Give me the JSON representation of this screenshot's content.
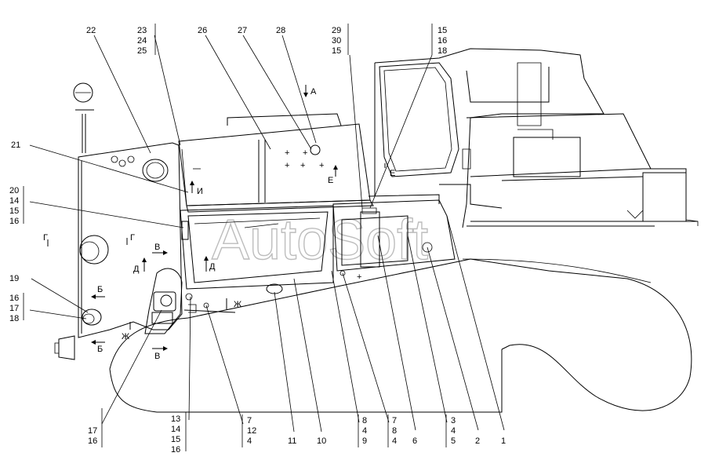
{
  "watermark": "AutoSoft",
  "callouts": {
    "c22": "22",
    "c23": [
      "23",
      "24",
      "25"
    ],
    "c26": "26",
    "c27": "27",
    "c28": "28",
    "c29": [
      "29",
      "30",
      "15"
    ],
    "c15": [
      "15",
      "16",
      "18"
    ],
    "c21": "21",
    "c20": [
      "20",
      "14",
      "15",
      "16"
    ],
    "c19": "19",
    "c16": [
      "16",
      "17",
      "18"
    ],
    "b17": [
      "17",
      "16"
    ],
    "b13": [
      "13",
      "14",
      "15",
      "16"
    ],
    "b7": [
      "7",
      "12",
      "4"
    ],
    "b11": "11",
    "b10": "10",
    "b8": [
      "8",
      "4",
      "9"
    ],
    "b7b": [
      "7",
      "8",
      "4"
    ],
    "b6": "6",
    "b3": [
      "3",
      "4",
      "5"
    ],
    "b2": "2",
    "b1": "1"
  },
  "view_markers": {
    "a": "А",
    "e1": "Е",
    "e2": "Е",
    "i": "И",
    "g1": "Г",
    "g2": "Г",
    "v1": "В",
    "v2": "В",
    "d1": "Д",
    "d2": "Д",
    "b1": "Б",
    "b2": "Б",
    "zh1": "Ж",
    "zh2": "Ж"
  }
}
